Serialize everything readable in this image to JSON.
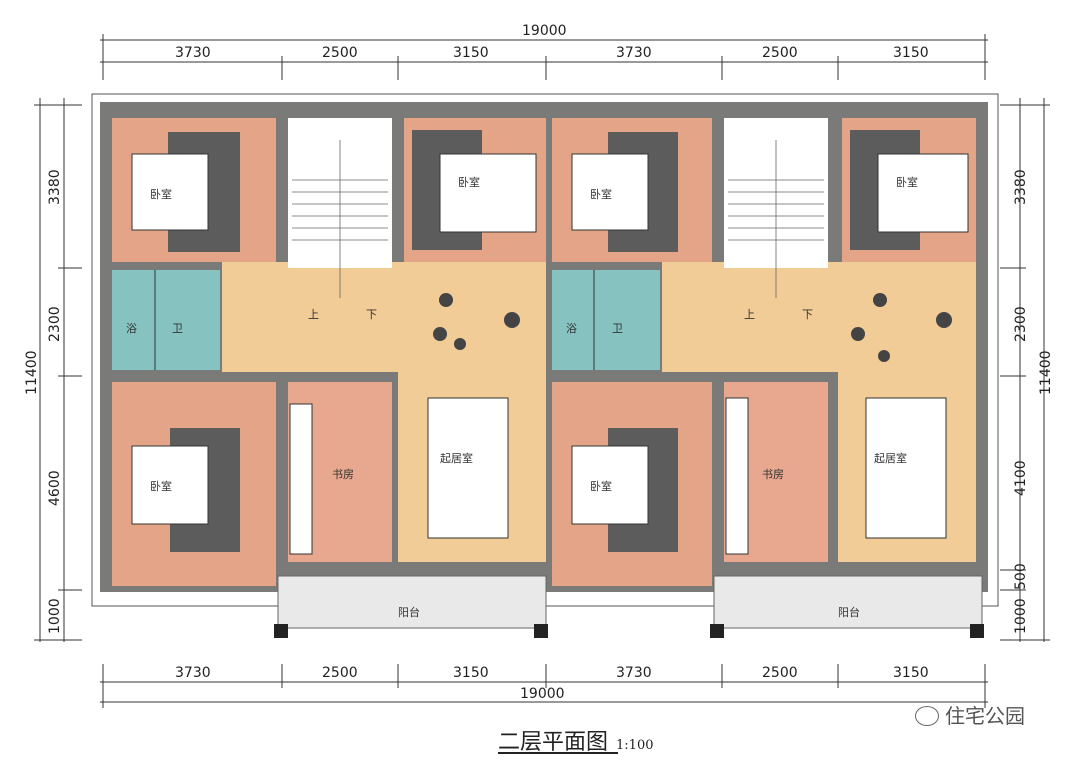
{
  "dimensions": {
    "total_width": "19000",
    "top_segments": [
      "3730",
      "2500",
      "3150",
      "3730",
      "2500",
      "3150"
    ],
    "bottom_segments": [
      "3730",
      "2500",
      "3150",
      "3730",
      "2500",
      "3150"
    ],
    "left_total": "11400",
    "left_segments": [
      "3380",
      "2300",
      "4600",
      "1000"
    ],
    "right_total": "11400",
    "right_segments": [
      "3380",
      "2300",
      "4100",
      "500",
      "1000"
    ]
  },
  "rooms": {
    "bedroom": "卧室",
    "bath": "浴",
    "toilet": "卫",
    "living": "起居室",
    "study": "书房",
    "balcony": "阳台",
    "stair_up": "上",
    "stair_down": "下"
  },
  "watermark": "住宅公园",
  "caption": {
    "title": "二层平面图",
    "scale": "1:100"
  },
  "colors": {
    "bedroom": "#e3a487",
    "living": "#f2cc96",
    "bath": "#86c3c0",
    "study": "#e8a78f",
    "wall": "#7a7a78",
    "balcony": "#e9e9ea",
    "stair": "#ffffff"
  }
}
